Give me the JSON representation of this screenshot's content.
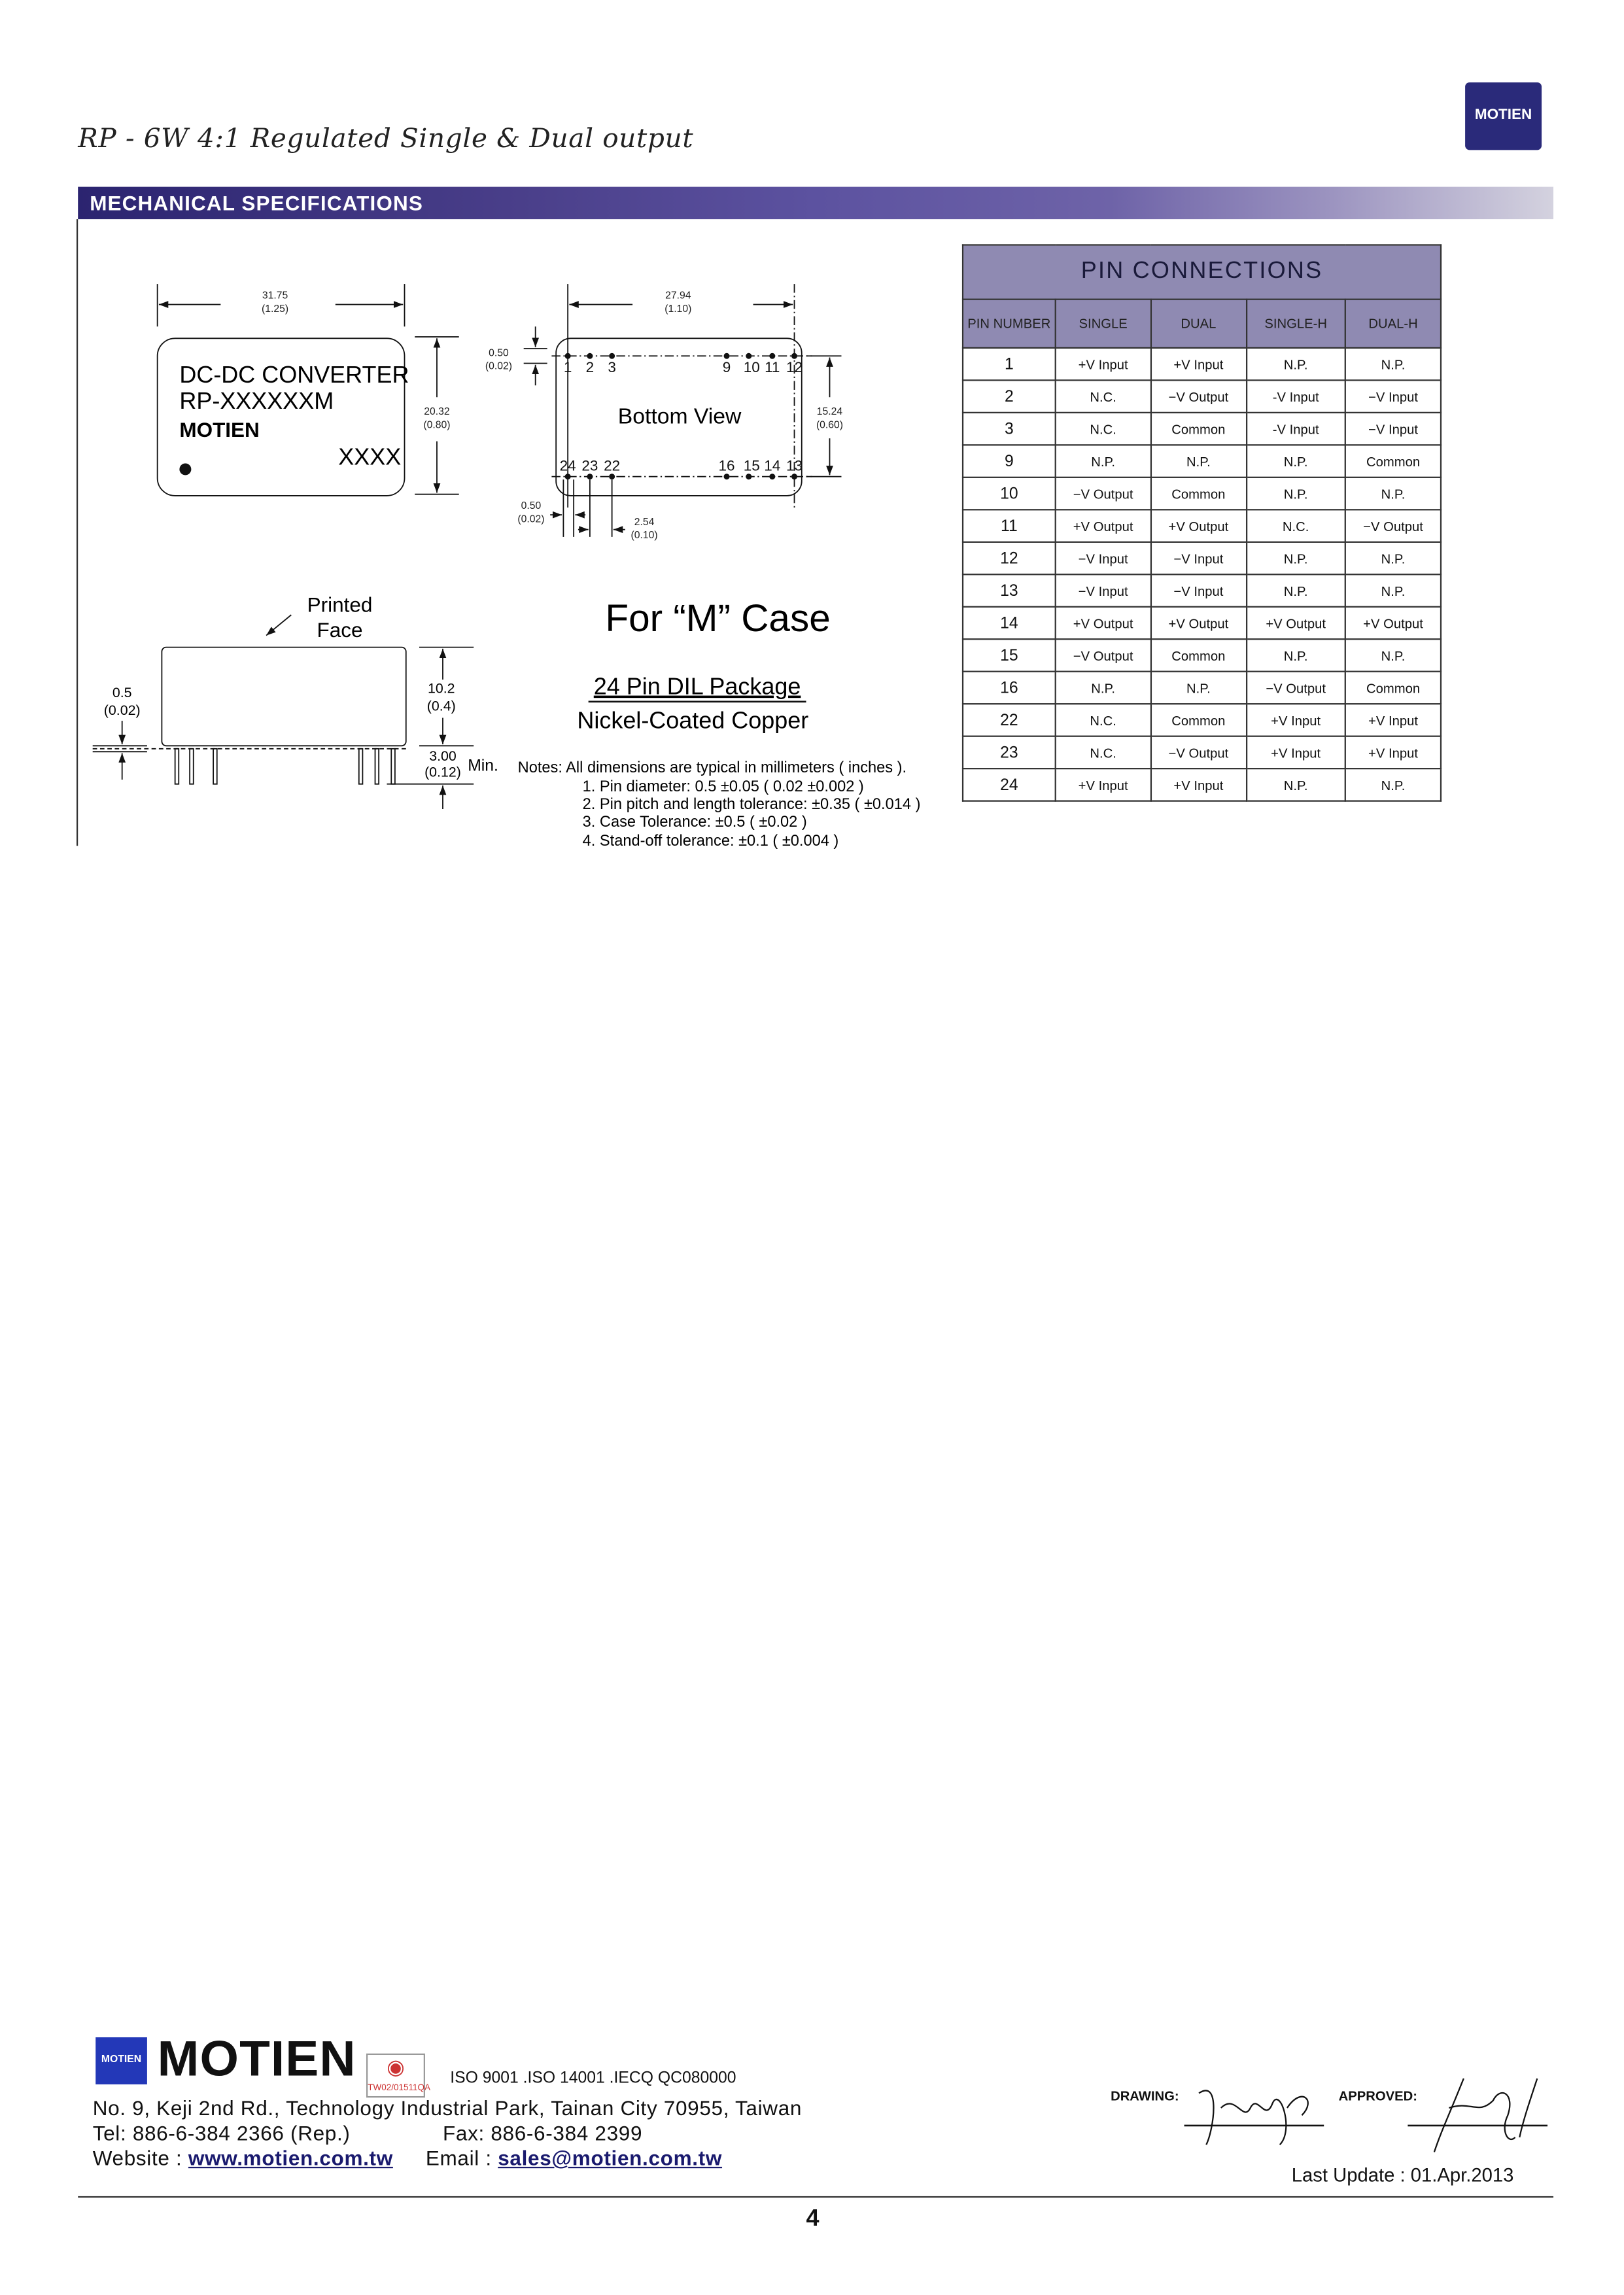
{
  "header": {
    "title": "RP - 6W 4:1 Regulated Single & Dual output",
    "logo_text": "MOTIEN",
    "section_title": "MECHANICAL SPECIFICATIONS"
  },
  "drawing": {
    "top_view": {
      "width_mm": "31.75",
      "width_in": "(1.25)",
      "height_mm": "20.32",
      "height_in": "(0.80)",
      "label_line1": "DC-DC CONVERTER",
      "label_line2": "RP-XXXXXXM",
      "label_brand": "MOTIEN",
      "label_code": "XXXX"
    },
    "bottom_view": {
      "title": "Bottom View",
      "width_mm": "27.94",
      "width_in": "(1.10)",
      "height_mm": "15.24",
      "height_in": "(0.60)",
      "offset_top_mm": "0.50",
      "offset_top_in": "(0.02)",
      "offset_left_mm": "0.50",
      "offset_left_in": "(0.02)",
      "pitch_mm": "2.54",
      "pitch_in": "(0.10)",
      "top_pins": [
        "1",
        "2",
        "3",
        "9",
        "10",
        "11",
        "12"
      ],
      "bottom_pins": [
        "24",
        "23",
        "22",
        "16",
        "15",
        "14",
        "13"
      ]
    },
    "side_view": {
      "printed_face_1": "Printed",
      "printed_face_2": "Face",
      "height_mm": "10.2",
      "height_in": "(0.4)",
      "pin_len_mm": "3.00",
      "pin_len_in": "(0.12)",
      "pin_len_suffix": "Min.",
      "standoff_mm": "0.5",
      "standoff_in": "(0.02)"
    },
    "case_title": "For “M” Case",
    "package": "24 Pin DIL Package",
    "material": "Nickel-Coated Copper",
    "notes_title": "Notes: All dimensions are typical in millimeters ( inches ).",
    "notes": [
      "1.  Pin diameter: 0.5 ±0.05 ( 0.02 ±0.002 )",
      "2.  Pin pitch and length tolerance:  ±0.35 ( ±0.014 )",
      "3.  Case Tolerance:  ±0.5 ( ±0.02 )",
      "4.  Stand-off tolerance:  ±0.1 ( ±0.004 )"
    ]
  },
  "pin_table": {
    "title": "PIN CONNECTIONS",
    "headers": [
      "PIN NUMBER",
      "SINGLE",
      "DUAL",
      "SINGLE-H",
      "DUAL-H"
    ],
    "rows": [
      [
        "1",
        "+V Input",
        "+V Input",
        "N.P.",
        "N.P."
      ],
      [
        "2",
        "N.C.",
        "−V Output",
        "-V Input",
        "−V Input"
      ],
      [
        "3",
        "N.C.",
        "Common",
        "-V Input",
        "−V Input"
      ],
      [
        "9",
        "N.P.",
        "N.P.",
        "N.P.",
        "Common"
      ],
      [
        "10",
        "−V Output",
        "Common",
        "N.P.",
        "N.P."
      ],
      [
        "11",
        "+V Output",
        "+V Output",
        "N.C.",
        "−V Output"
      ],
      [
        "12",
        "−V Input",
        "−V Input",
        "N.P.",
        "N.P."
      ],
      [
        "13",
        "−V Input",
        "−V Input",
        "N.P.",
        "N.P."
      ],
      [
        "14",
        "+V Output",
        "+V Output",
        "+V Output",
        "+V Output"
      ],
      [
        "15",
        "−V Output",
        "Common",
        "N.P.",
        "N.P."
      ],
      [
        "16",
        "N.P.",
        "N.P.",
        "−V Output",
        "Common"
      ],
      [
        "22",
        "N.C.",
        "Common",
        "+V Input",
        "+V Input"
      ],
      [
        "23",
        "N.C.",
        "−V Output",
        "+V Input",
        "+V Input"
      ],
      [
        "24",
        "+V Input",
        "+V Input",
        "N.P.",
        "N.P."
      ]
    ]
  },
  "footer": {
    "brand": "MOTIEN",
    "cert_code": "TW02/01511QA",
    "iso": "ISO 9001 .ISO 14001 .IECQ QC080000",
    "address": "No. 9, Keji 2nd Rd., Technology Industrial Park, Tainan City 70955, Taiwan",
    "tel": "Tel: 886-6-384 2366 (Rep.)",
    "fax": "Fax: 886-6-384 2399",
    "website_label": "Website :",
    "website": "www.motien.com.tw",
    "email_label": "Email :",
    "email": "sales@motien.com.tw",
    "drawing_label": "DRAWING:",
    "approved_label": "APPROVED:",
    "last_update": "Last Update : 01.Apr.2013",
    "page_number": "4"
  }
}
